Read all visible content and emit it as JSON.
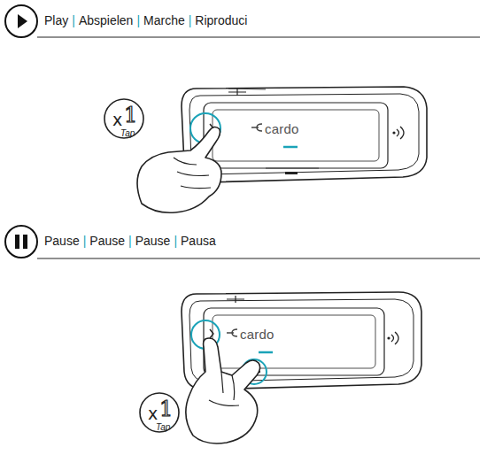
{
  "diagram": {
    "labels": [
      "Play",
      "|",
      "Abspielen",
      "|",
      "Marche",
      "|",
      "Riproduci",
      "cardo",
      "x",
      "1",
      "Tap",
      "Pause",
      "|",
      "Pause",
      "|",
      "Pause",
      "|",
      "Pausa",
      "cardo",
      "x",
      "1",
      "Tap"
    ]
  }
}
